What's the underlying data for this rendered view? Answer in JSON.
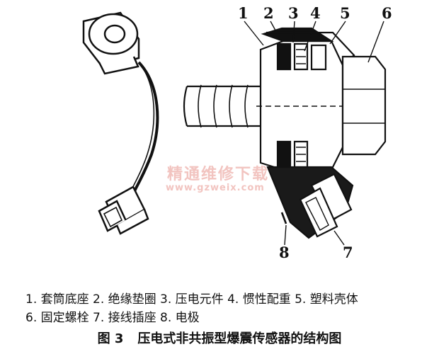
{
  "callouts": [
    "1",
    "2",
    "3",
    "4",
    "5",
    "6",
    "7",
    "8"
  ],
  "watermark": {
    "name": "精通维修下载",
    "url": "www.gzweix.com"
  },
  "legend": {
    "line1": "1. 套筒底座 2. 绝缘垫圈 3. 压电元件 4. 惯性配重 5. 塑料壳体",
    "line2": "6. 固定螺栓 7. 接线插座 8. 电极"
  },
  "caption": {
    "number": "图 3",
    "title": "压电式非共振型爆震传感器的结构图"
  }
}
